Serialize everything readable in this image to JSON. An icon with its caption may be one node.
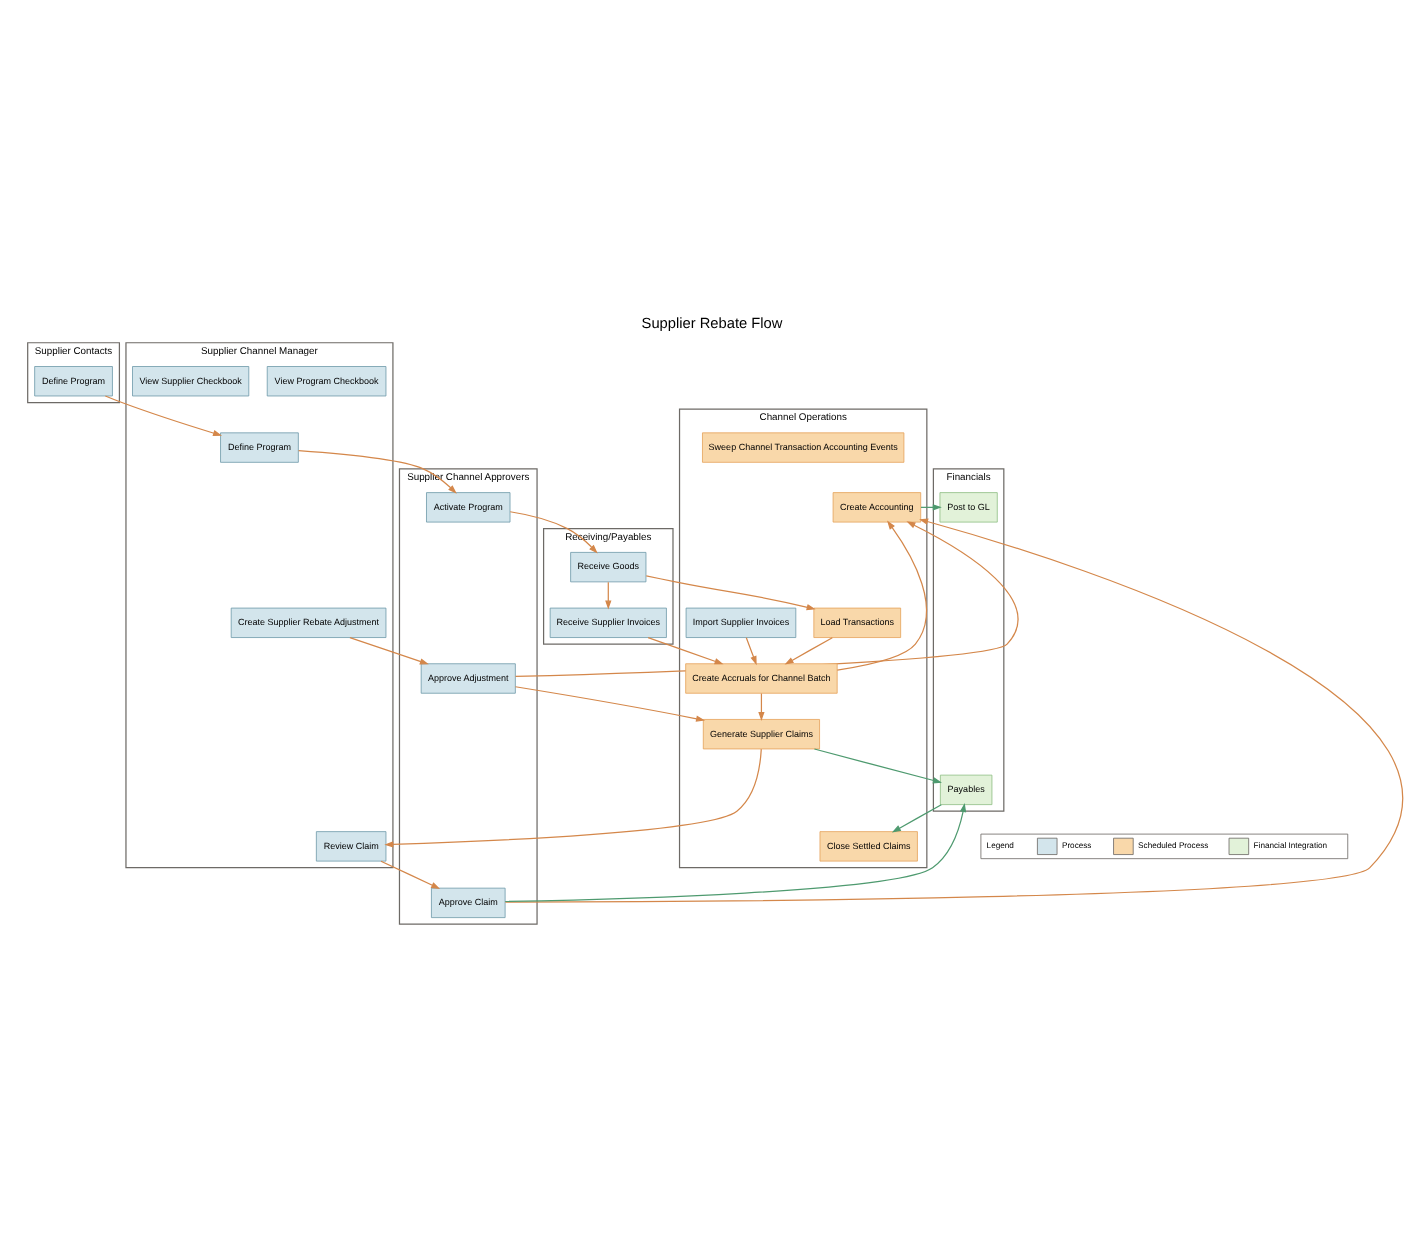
{
  "diagram": {
    "title": "Supplier Rebate Flow",
    "nodes": [
      {
        "text": [
          "Supplier Contacts"
        ]
      },
      {
        "text": [
          "Supplier Channel Manager"
        ]
      },
      {
        "text": [
          "Supplier Channel Approvers"
        ]
      },
      {
        "text": [
          "Receiving/Payables"
        ]
      },
      {
        "text": [
          "Channel Operations"
        ]
      },
      {
        "text": [
          "Financials"
        ]
      },
      {
        "text": [
          "Define Program"
        ],
        "in": 0
      },
      {
        "text": [
          "Define Program"
        ],
        "in": 1
      },
      {
        "text": [
          "View Program Checkbook"
        ],
        "in": 1
      },
      {
        "text": [
          "View Supplier Checkbook"
        ],
        "in": 1
      },
      {
        "text": [
          "Create Supplier Rebate Adjustment"
        ],
        "in": 1
      },
      {
        "text": [
          "Review Claim"
        ],
        "in": 1
      },
      {
        "text": [
          "Activate Program"
        ],
        "in": 2
      },
      {
        "text": [
          "Approve Adjustment"
        ],
        "in": 2
      },
      {
        "text": [
          "Approve Claim"
        ],
        "in": 2
      },
      {
        "text": [
          "Receive Goods"
        ],
        "in": 3
      },
      {
        "text": [
          "Receive Supplier Invoices"
        ],
        "in": 3
      },
      {
        "text": [
          "Sweep Channel Transaction Accounting Events"
        ],
        "in": 4
      },
      {
        "text": [
          "Create Accounting"
        ],
        "in": 4
      },
      {
        "text": [
          "Load Transactions"
        ],
        "in": 4
      },
      {
        "text": [
          "Import Supplier Invoices"
        ],
        "in": 4
      },
      {
        "text": [
          "Create Accruals for Channel Batch"
        ],
        "in": 4
      },
      {
        "text": [
          "Generate Supplier Claims"
        ],
        "in": 4
      },
      {
        "text": [
          "Close Settled Claims"
        ],
        "in": 4
      },
      {
        "text": [
          "Post to GL"
        ],
        "in": 5
      },
      {
        "text": [
          "Payables"
        ],
        "in": 5
      }
    ],
    "edges": [
      {
        "from": 6,
        "to": 7,
        "arrow": "to"
      },
      {
        "from": 7,
        "to": 12,
        "arrow": "to"
      },
      {
        "from": 12,
        "to": 15,
        "arrow": "to"
      },
      {
        "from": 15,
        "to": 16,
        "arrow": "to"
      },
      {
        "from": 15,
        "to": 19,
        "arrow": "to"
      },
      {
        "from": 16,
        "to": 21,
        "arrow": "to"
      },
      {
        "from": 19,
        "to": 21,
        "arrow": "to"
      },
      {
        "from": 20,
        "to": 21,
        "arrow": "to"
      },
      {
        "from": 21,
        "to": 18,
        "arrow": "to"
      },
      {
        "from": 21,
        "to": 22,
        "arrow": "to"
      },
      {
        "from": 10,
        "to": 13,
        "arrow": "to"
      },
      {
        "from": 13,
        "to": 18,
        "arrow": "to"
      },
      {
        "from": 13,
        "to": 22,
        "arrow": "to"
      },
      {
        "from": 22,
        "to": 11,
        "arrow": "to"
      },
      {
        "from": 11,
        "to": 14,
        "arrow": "to"
      },
      {
        "from": 14,
        "to": 18,
        "arrow": "to"
      },
      {
        "from": 14,
        "to": 25,
        "arrow": "to",
        "color": "#4e9a6f"
      },
      {
        "from": 22,
        "to": 25,
        "arrow": "to",
        "color": "#4e9a6f"
      },
      {
        "from": 18,
        "to": 24,
        "arrow": "to",
        "color": "#4e9a6f"
      },
      {
        "from": 25,
        "to": 23,
        "arrow": "to",
        "color": "#4e9a6f"
      }
    ],
    "labels": [
      "Legend"
    ],
    "legend": [
      {
        "text": "Process",
        "color": "#d3e5ec"
      },
      {
        "text": "Scheduled Process",
        "color": "#f9d8aa"
      },
      {
        "text": "Financial Integration",
        "color": "#e2f2d9"
      }
    ]
  }
}
